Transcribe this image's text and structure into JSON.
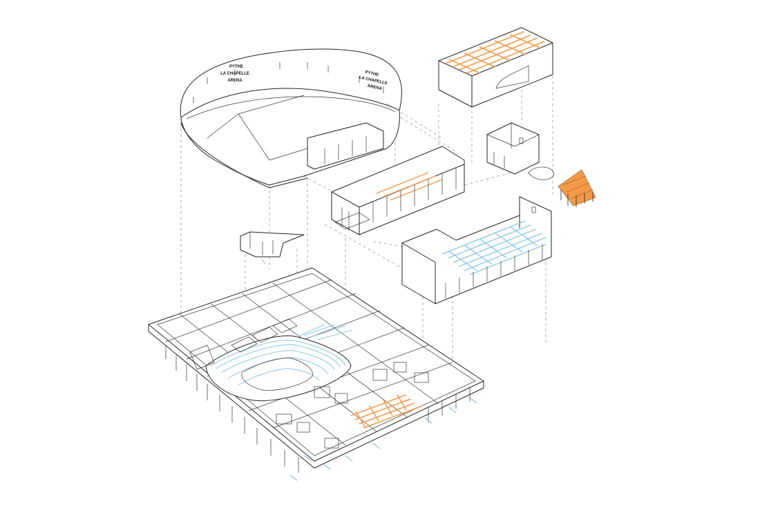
{
  "signage": {
    "left": [
      "PYTHE",
      "LA CHAPELLE",
      "ARENA"
    ],
    "right": [
      "PYTHE",
      "LA CHAPELLE",
      "ARENA"
    ]
  },
  "colors": {
    "line": "#222222",
    "guide": "#9a9a9a",
    "timber": "#f39a4a",
    "seating": "#8cc4e8",
    "background": "#ffffff"
  },
  "icons": {
    "roof_timber": "orange-timber-lattice",
    "seating_rows": "blue-tiered-seating"
  }
}
